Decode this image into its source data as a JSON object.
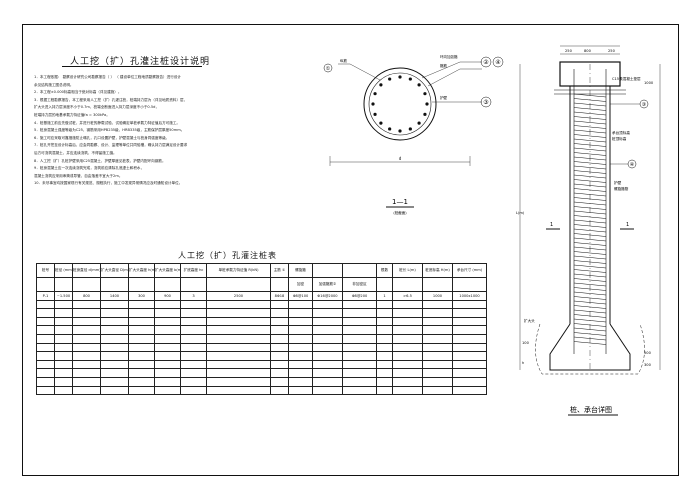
{
  "design_notes": {
    "title": "人工挖（扩）孔灌注桩设计说明",
    "lines": [
      "1．本工程依据：    勘察设计研究公司勘察报告（    ）  （    建设单位工程地质勘察报告）进行设计",
      "    余见结构施工图总说明。",
      "2．本工程±0.000标高相当于绝对标高（详见建施）。",
      "3．根据工程勘察报告，本工程采用人工挖（扩）孔灌注桩，桩端持力层为（详见地质资料）层，",
      "    扩大头进入持力层深度不小于0.7m，桩端全断面进入持力层深度不小于0.5d，",
      "    桩端持力层的地基承载力特征值fa = 300kPa。",
      "4．桩基施工前应先做试桩，并进行桩的静载试验，试验确定单桩承载力特征值后方可施工。",
      "5．桩身混凝土强度等级为C25，钢筋采用HPB235级、HRB335级，主筋保护层厚度50mm。",
      "6．施工时应采取可靠措施防止塌孔，孔口设置护壁，护壁混凝土与桩身同强度等级。",
      "7．桩孔开挖至设计标高后，应会同勘察、设计、监理等单位共同验槽，确认持力层满足设计要求",
      "    后方可浇筑混凝土，并应连续浇筑，不得留施工缝。",
      "8．人工挖（扩）孔桩护壁采用C25混凝土，护壁厚度见桩表，护壁内配环向钢筋。",
      "9．桩身混凝土应一次连续浇筑完成，浇筑前应清除孔底虚土和积水，",
      "    混凝土浇筑应采用串筒或导管，自由落差不宜大于2m。",
      "10．未尽事宜均按国家现行有关规范、规程执行，施工中发现异常情况应及时通知设计单位。"
    ]
  },
  "section_view": {
    "callouts": [
      "①",
      "②",
      "③",
      "④"
    ],
    "annotations": [
      "纵筋",
      "环向加劲箍",
      "箍筋",
      "护壁",
      "d"
    ],
    "section_label": "1—1",
    "section_sublabel": "(桩截面)"
  },
  "pile_table": {
    "title": "人工挖（扩）孔灌注桩表",
    "header_row1": [
      "桩号",
      "桩径\n(mm)",
      "桩身直径\nd(mm)",
      "扩大头直径\nD(mm)",
      "扩大头高度\nh(mm)",
      "扩大头高度\nb(mm)",
      "扩底高度\nhc",
      "单桩承载力特征值\nR(kN)",
      "主筋\n①",
      "螺旋箍",
      "",
      "",
      "根数",
      "桩长\nL(m)",
      "桩底标高\nH(m)",
      "承台尺寸\n(mm)"
    ],
    "header_row2": [
      "",
      "",
      "",
      "",
      "",
      "",
      "",
      "",
      "",
      "加密",
      "加强箍筋②",
      "非加密区",
      "",
      "",
      "",
      ""
    ],
    "rows": [
      [
        "P-1",
        "~1.500",
        "800",
        "1400",
        "300",
        "900",
        "3",
        "2500",
        "8Φ18",
        "Φ8@100",
        "Φ16@2000",
        "Φ8@200",
        "1",
        ">6.5",
        "1000",
        "1000x1000"
      ]
    ],
    "blank_rows": 11
  },
  "detail_view": {
    "dims_top": [
      "250",
      "800",
      "250"
    ],
    "labels": [
      "承台顶标高",
      "桩顶标高",
      "C15素混凝土垫层",
      "扩大头",
      "护壁",
      "螺旋箍筋",
      "④",
      "③",
      "1",
      "1"
    ],
    "left_dims": [
      "L(m)",
      "100",
      "h"
    ],
    "right_dims": [
      "1000",
      "500",
      "300"
    ],
    "caption": "桩、承台详图"
  }
}
